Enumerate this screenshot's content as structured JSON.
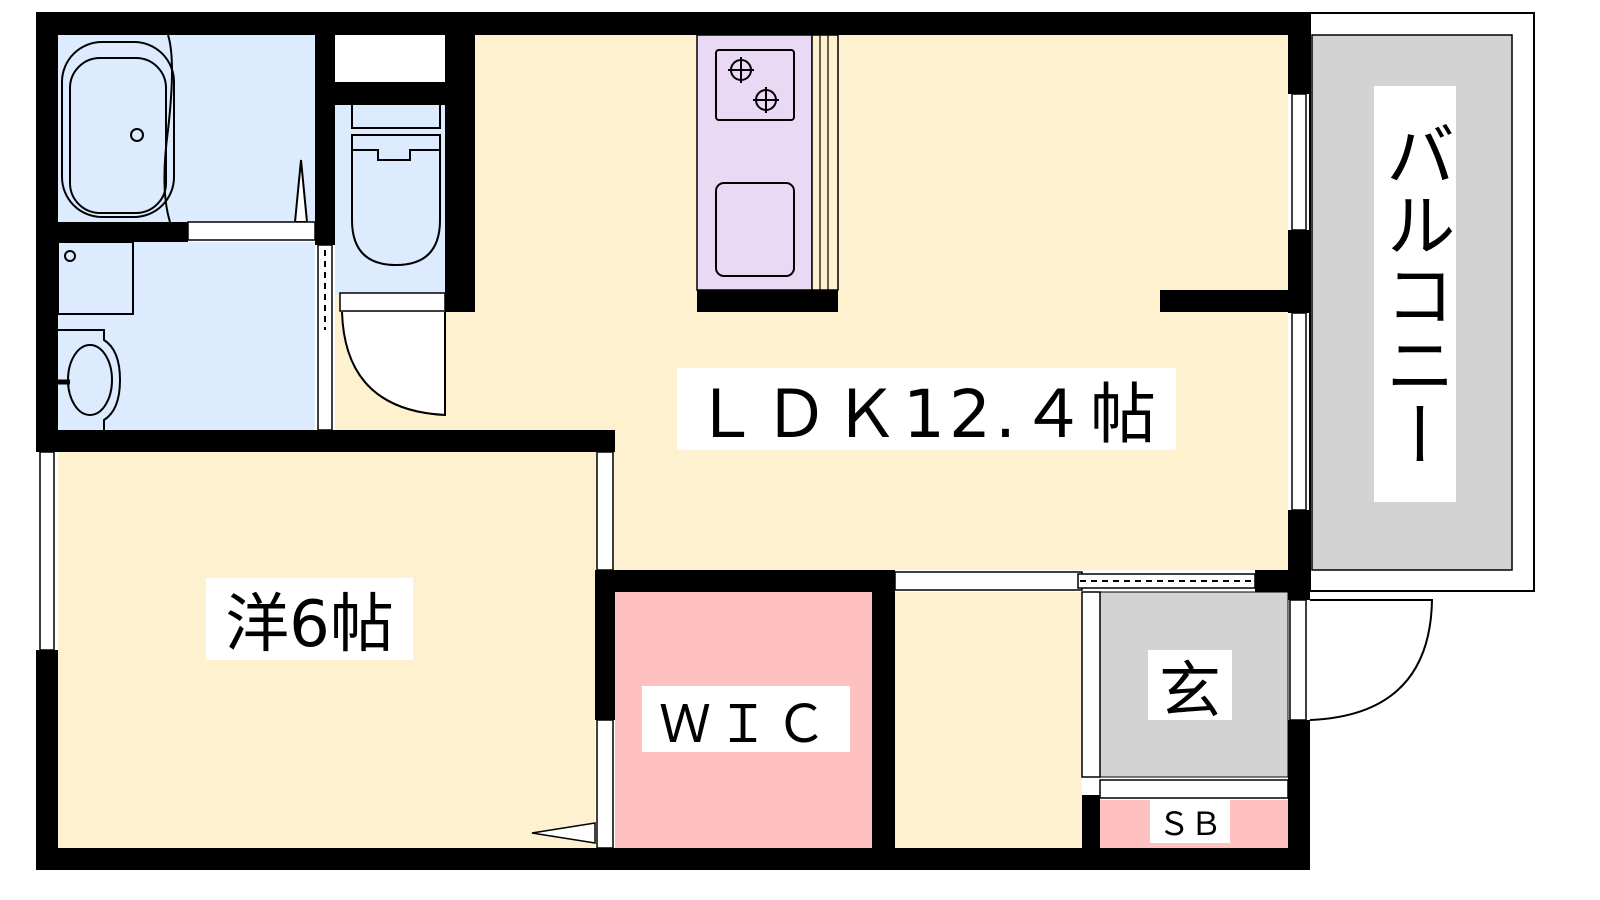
{
  "rooms": {
    "ldk": "ＬＤＫ12.４帖",
    "western": "洋6帖",
    "wic": "ＷＩＣ",
    "entrance": "玄",
    "shoe_box": "ＳＢ",
    "balcony": "バルコニー"
  },
  "colors": {
    "wall": "#000000",
    "living": "#FEF1D0",
    "wet": "#DCEBFE",
    "storage": "#FFC0C0",
    "entrance": "#D3D3D3",
    "kitchen": "#EAD9F5"
  }
}
